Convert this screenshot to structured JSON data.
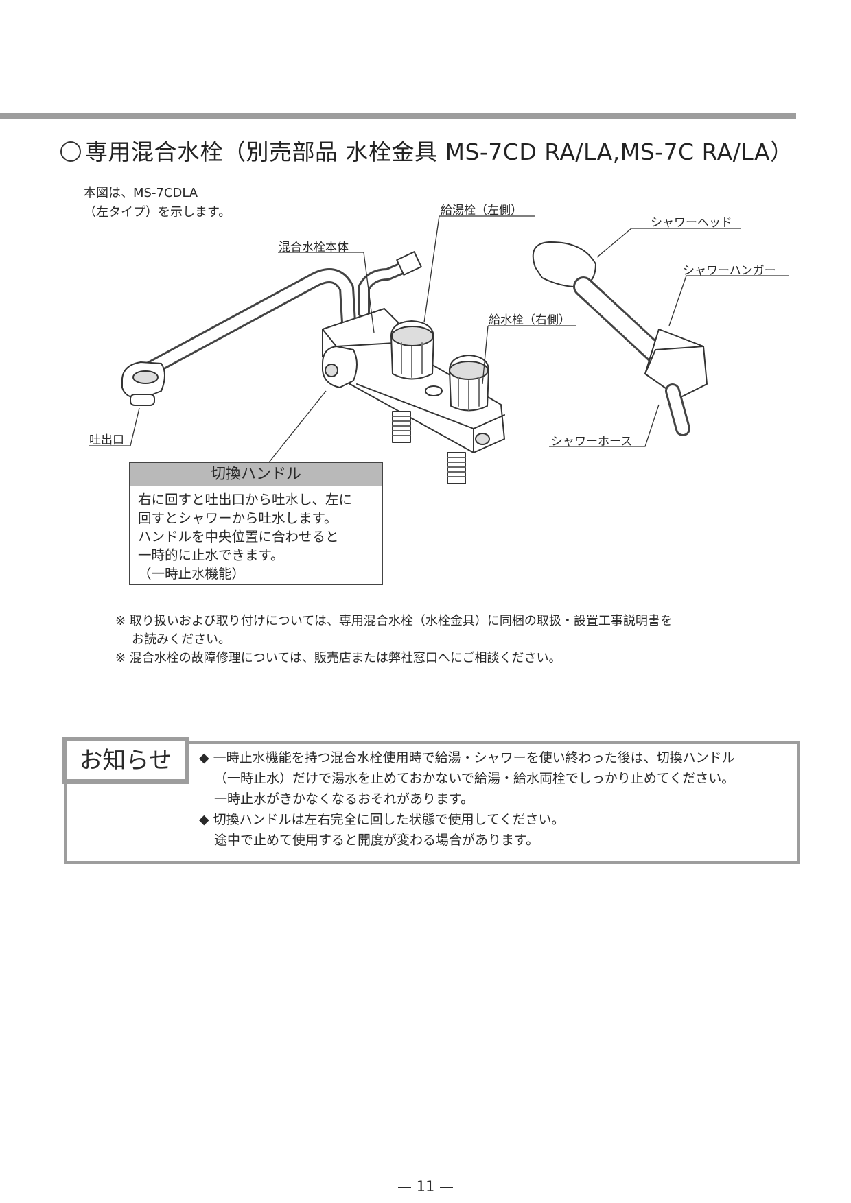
{
  "title": "専用混合水栓（別売部品 水栓金具 MS-7CD RA/LA,MS-7C RA/LA）",
  "intro": [
    "本図は、MS-7CDLA",
    "（左タイプ）を示します。"
  ],
  "callouts": {
    "hot_valve": "給湯栓（左側）",
    "body": "混合水栓本体",
    "cold_valve": "給水栓（右側）",
    "shower_head": "シャワーヘッド",
    "shower_hanger": "シャワーハンガー",
    "spout": "吐出口",
    "shower_hose": "シャワーホース"
  },
  "switch_handle": {
    "title": "切換ハンドル",
    "lines": [
      "右に回すと吐出口から吐水し、左に",
      "回すとシャワーから吐水します。",
      "ハンドルを中央位置に合わせると",
      "一時的に止水できます。",
      "（一時止水機能）"
    ]
  },
  "notes": [
    "※ 取り扱いおよび取り付けについては、専用混合水栓（水栓金具）に同梱の取扱・設置工事説明書を",
    "お読みください。",
    "※ 混合水栓の故障修理については、販売店または弊社窓口へにご相談ください。"
  ],
  "info": {
    "label": "お知らせ",
    "lines": [
      "◆ 一時止水機能を持つ混合水栓使用時で給湯・シャワーを使い終わった後は、切換ハンドル",
      "（一時止水）だけで湯水を止めておかないで給湯・給水両栓でしっかり止めてください。",
      "一時止水がきかなくなるおそれがあります。",
      "◆ 切換ハンドルは左右完全に回した状態で使用してください。",
      "途中で止めて使用すると開度が変わる場合があります。"
    ]
  },
  "page_number": "— 11 —",
  "colors": {
    "rule": "#9d9d9d",
    "box_header": "#b9b9b9",
    "text": "#2a2a2a"
  }
}
